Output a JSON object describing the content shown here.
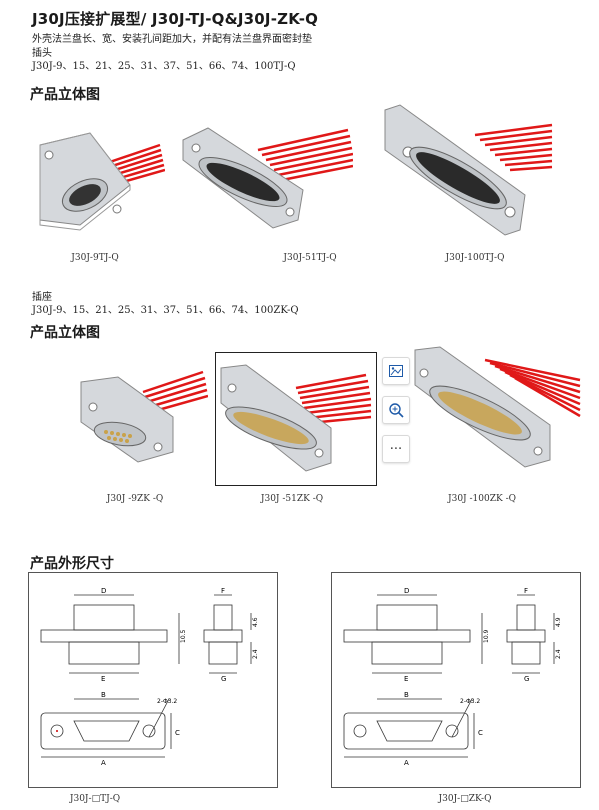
{
  "header": {
    "title": "J30J压接扩展型/ J30J-TJ-Q&J30J-ZK-Q",
    "desc": "外壳法兰盘长、宽、安装孔间距加大，并配有法兰盘界面密封垫",
    "plug_label": "插头",
    "plug_models": "J30J-9、15、21、25、31、37、51、66、74、100TJ-Q"
  },
  "section_plug": {
    "heading": "产品立体图",
    "captions": [
      "J30J-9TJ-Q",
      "J30J-51TJ-Q",
      "J30J-100TJ-Q"
    ]
  },
  "section_socket": {
    "label": "插座",
    "models": "J30J-9、15、21、25、31、37、51、66、74、100ZK-Q",
    "heading": "产品立体图",
    "captions": [
      "J30J -9ZK -Q",
      "J30J -51ZK -Q",
      "J30J -100ZK -Q"
    ]
  },
  "toolbar": {
    "image_icon": "image-icon",
    "zoom_icon": "zoom-in-icon",
    "more_label": "···"
  },
  "section_dims": {
    "heading": "产品外形尺寸",
    "left": {
      "caption": "J30J-□TJ-Q",
      "labels": {
        "D": "D",
        "E": "E",
        "F": "F",
        "G": "G",
        "B": "B",
        "A": "A",
        "C": "C",
        "h1": "10.5",
        "h2": "4.6",
        "h3": "2.4",
        "holes": "2-Φ3.2"
      }
    },
    "right": {
      "caption": "J30J-□ZK-Q",
      "labels": {
        "D": "D",
        "E": "E",
        "F": "F",
        "G": "G",
        "B": "B",
        "A": "A",
        "C": "C",
        "h1": "10.9",
        "h2": "4.9",
        "h3": "2.4",
        "holes": "2-Φ3.2"
      }
    }
  },
  "colors": {
    "wire": "#e01818",
    "shell": "#c9ccd0",
    "insert": "#2a2a2a",
    "pin": "#c9a24a"
  }
}
